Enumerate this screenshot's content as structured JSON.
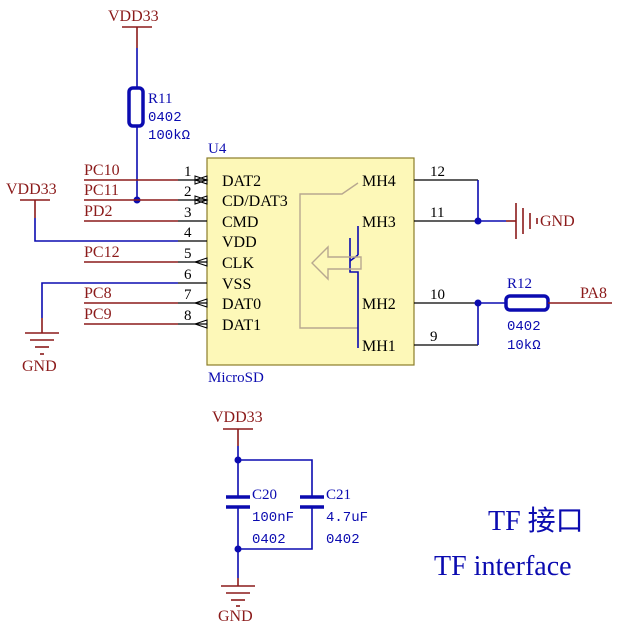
{
  "power": {
    "vdd_top": "VDD33",
    "vdd_left": "VDD33",
    "vdd_cap": "VDD33",
    "gnd_left": "GND",
    "gnd_right": "GND",
    "gnd_cap": "GND"
  },
  "resistors": {
    "r11": {
      "ref": "R11",
      "package": "0402",
      "value": "100kΩ"
    },
    "r12": {
      "ref": "R12",
      "package": "0402",
      "value": "10kΩ"
    }
  },
  "capacitors": {
    "c20": {
      "ref": "C20",
      "value": "100nF",
      "package": "0402"
    },
    "c21": {
      "ref": "C21",
      "value": "4.7uF",
      "package": "0402"
    }
  },
  "u4": {
    "ref": "U4",
    "name": "MicroSD",
    "left_pins": [
      {
        "num": "1",
        "name": "DAT2",
        "net": "PC10"
      },
      {
        "num": "2",
        "name": "CD/DAT3",
        "net": "PC11"
      },
      {
        "num": "3",
        "name": "CMD",
        "net": "PD2"
      },
      {
        "num": "4",
        "name": "VDD",
        "net": ""
      },
      {
        "num": "5",
        "name": "CLK",
        "net": "PC12"
      },
      {
        "num": "6",
        "name": "VSS",
        "net": ""
      },
      {
        "num": "7",
        "name": "DAT0",
        "net": "PC8"
      },
      {
        "num": "8",
        "name": "DAT1",
        "net": "PC9"
      }
    ],
    "right_pins": [
      {
        "num": "12",
        "name": "MH4"
      },
      {
        "num": "11",
        "name": "MH3"
      },
      {
        "num": "10",
        "name": "MH2"
      },
      {
        "num": "9",
        "name": "MH1"
      }
    ]
  },
  "nets": {
    "pa8": "PA8"
  },
  "labels": {
    "title_cn": "TF 接口",
    "title_en": "TF interface"
  },
  "colors": {
    "wire": "#0b0bb0",
    "power": "#8b1a1a",
    "component_fill": "#fdf8b8"
  }
}
